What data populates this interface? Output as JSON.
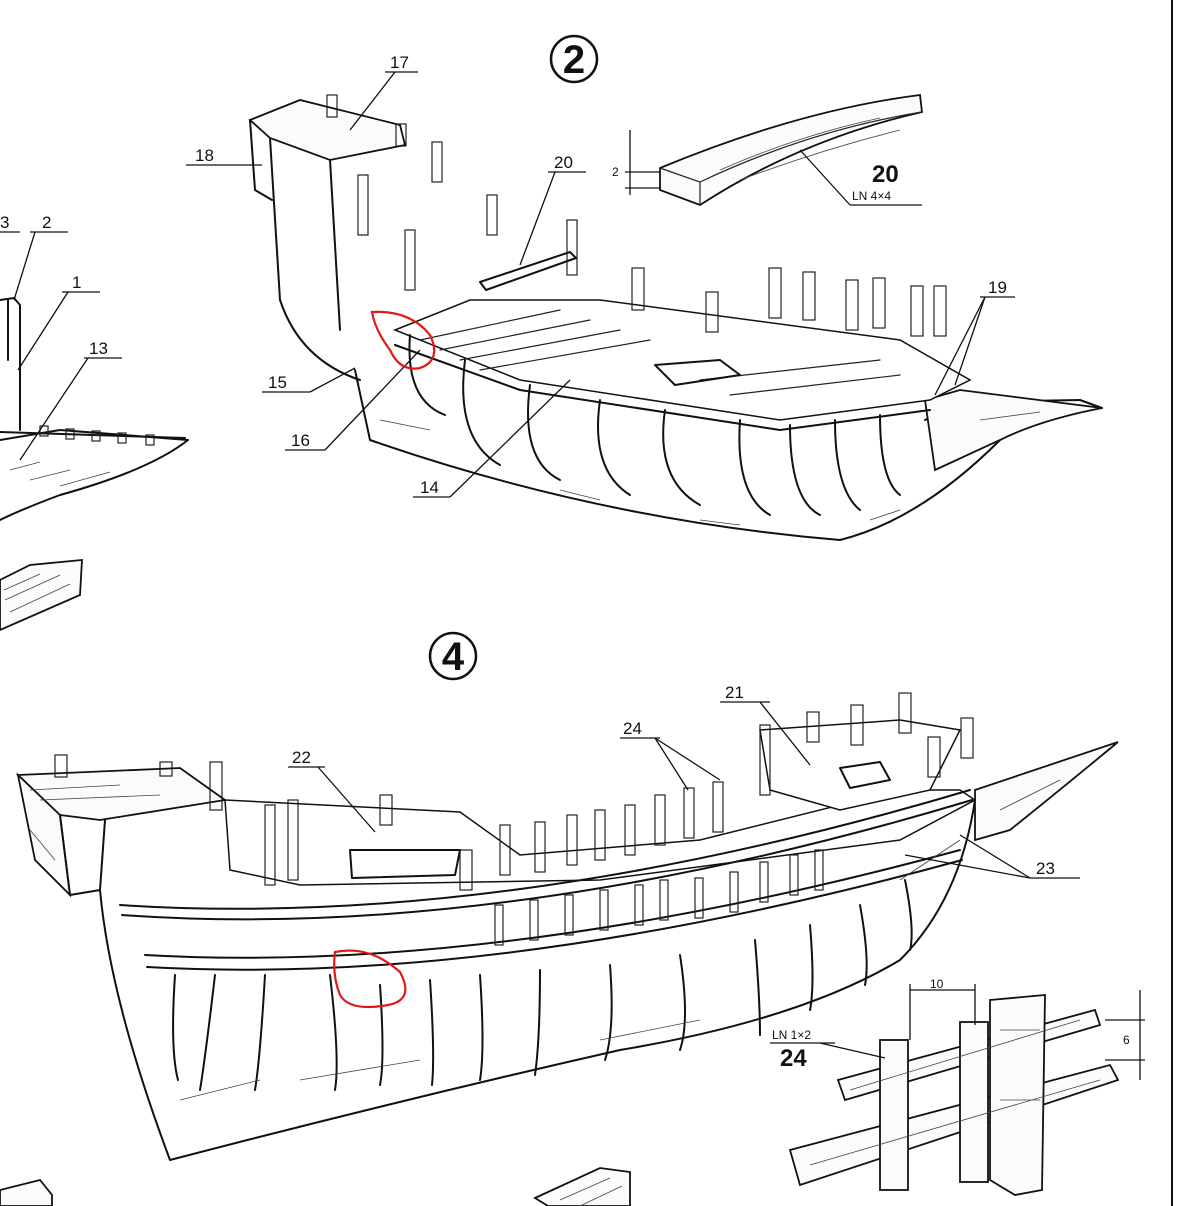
{
  "diagram": {
    "steps": [
      {
        "id": "step-2",
        "number": "2"
      },
      {
        "id": "step-4",
        "number": "4"
      }
    ],
    "callouts_left": [
      "3",
      "2",
      "1",
      "13"
    ],
    "callouts_step2": [
      "17",
      "18",
      "20",
      "15",
      "16",
      "14",
      "19"
    ],
    "callouts_step4": [
      "21",
      "22",
      "24",
      "23"
    ],
    "detail_20": {
      "part": "20",
      "material": "LN 4×4",
      "dimension": "2"
    },
    "detail_24": {
      "part": "24",
      "material": "LN 1×2",
      "spacing": "10",
      "height": "6"
    },
    "colors": {
      "ink": "#111111",
      "annotation": "#e01818",
      "paper": "#ffffff"
    }
  }
}
